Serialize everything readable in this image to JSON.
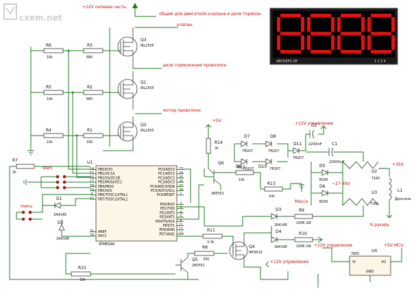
{
  "watermark": {
    "logo_label": "cxem.net"
  },
  "top_labels": {
    "power_12v": "+12V силовая часть",
    "common": "общий для двигателя клапана и реле тормоза",
    "valve": "клапан",
    "brake_relay": "реле торможения проволоки",
    "wire_motor": "мотор проволоки",
    "plus5v": "+5V",
    "plus12v_ctrl_top": "+12V управление",
    "plus35v": "+35V",
    "minus27_30v": "~27-30V",
    "mass": "Масса",
    "to_sleeve": "К рукаву",
    "plus12v_ctrl_mid": "+12V управление",
    "plus5v_mcu": "+5V MCU",
    "plus12v_ctrl_bottom": "+12V управление"
  },
  "display": {
    "digits": "8888",
    "seg_label": "ABCDEFG  DP",
    "dig_label": "1 2 3 4"
  },
  "mcu": {
    "ref": "U1",
    "name": "ATMEGA8",
    "left_pins": [
      "PB0/ICP1",
      "PB1/OC1A",
      "PB2/SS/OC1B",
      "PB3/MOSI/OC2",
      "PB4/MISO",
      "PB5/SCK",
      "PB6/TOSC1/XTAL1",
      "PB7/TOSC2/XTAL2"
    ],
    "left_bottom": [
      "AREF",
      "AVCC"
    ],
    "right_pins": [
      "PC0/ADC0",
      "PC1/ADC1",
      "PC2/ADC2",
      "PC3/ADC3",
      "PC4/ADC4/SDA",
      "PC5/ADC5/SCL",
      "PC6/RESET"
    ],
    "right_pins2": [
      "PD0/RXD",
      "PD1/TXD",
      "PD2/INT0",
      "PD3/INT1",
      "PD4/T0/XCK",
      "PD5/T1",
      "PD6/AIN0",
      "PD7/AIN1"
    ],
    "right_nums": [
      "23",
      "24",
      "25",
      "26",
      "27",
      "28",
      "1"
    ],
    "right_nums2": [
      "2",
      "3",
      "4",
      "5",
      "6",
      "11",
      "12",
      "13"
    ],
    "left_nums": [
      "14",
      "15",
      "16",
      "17",
      "18",
      "19",
      "9",
      "10"
    ],
    "left_bottom_nums": [
      "21",
      "20"
    ]
  },
  "components": {
    "R6": "R6",
    "R6v": "10k",
    "R3": "R3",
    "R3v": "680",
    "R5": "R5",
    "R5v": "10k",
    "R2": "R2",
    "R2v": "680",
    "R4": "R4",
    "R4v": "10k",
    "R1": "R1",
    "R1v": "330",
    "R7": "R7",
    "R7v": "2k",
    "Q3": "Q3",
    "Q3v": "IRL2505",
    "Q1": "Q1",
    "Q1v": "IRL2505",
    "Q2": "Q2",
    "Q2v": "IRL2505",
    "R14": "R14",
    "R14v": "2k",
    "Q6": "Q6",
    "Q6v": "2N5551",
    "R12": "R12",
    "R12v": "10k",
    "R13": "R13",
    "R13v": "10k",
    "D7": "D7",
    "D7v": "FR207",
    "D8": "D8",
    "D8v": "FR207",
    "D9": "D9",
    "D9v": "FR207",
    "D10": "D10",
    "D10v": "FR207",
    "D11": "D11",
    "D11v": "FR207",
    "C2": "C2",
    "C2v": "2200mF",
    "C1": "C1",
    "C1v": "22000mF",
    "D5": "D5",
    "D5v": "B200",
    "D6": "D6",
    "D6v": "B200",
    "U2": "U2",
    "U2v": "T160",
    "U3": "U3",
    "U3v": "T160",
    "L1": "L1",
    "L1v": "Дроссель",
    "D3": "D3",
    "D3v": "1N4148",
    "D4": "D4",
    "D4v": "1N4148",
    "R9": "R9",
    "R9v": "100R 2W",
    "R10": "R10",
    "R10v": "100R 2W",
    "R11": "R11",
    "R11v": "3.3k",
    "R8": "R8",
    "R8v": "330",
    "Q4": "Q4",
    "Q4v": "IRF9510",
    "Q5": "Q5",
    "Q5v": "2N5551",
    "R15": "R15",
    "R15v": "10k",
    "U4": "U4",
    "U4v": "7805",
    "U4vi": "VI",
    "U4vo": "VO",
    "U4gnd": "GND",
    "D1": "D1",
    "D1v": "1N4148",
    "D2": "D2",
    "D2v": "1N4148",
    "start": "start",
    "menu": "menu"
  }
}
